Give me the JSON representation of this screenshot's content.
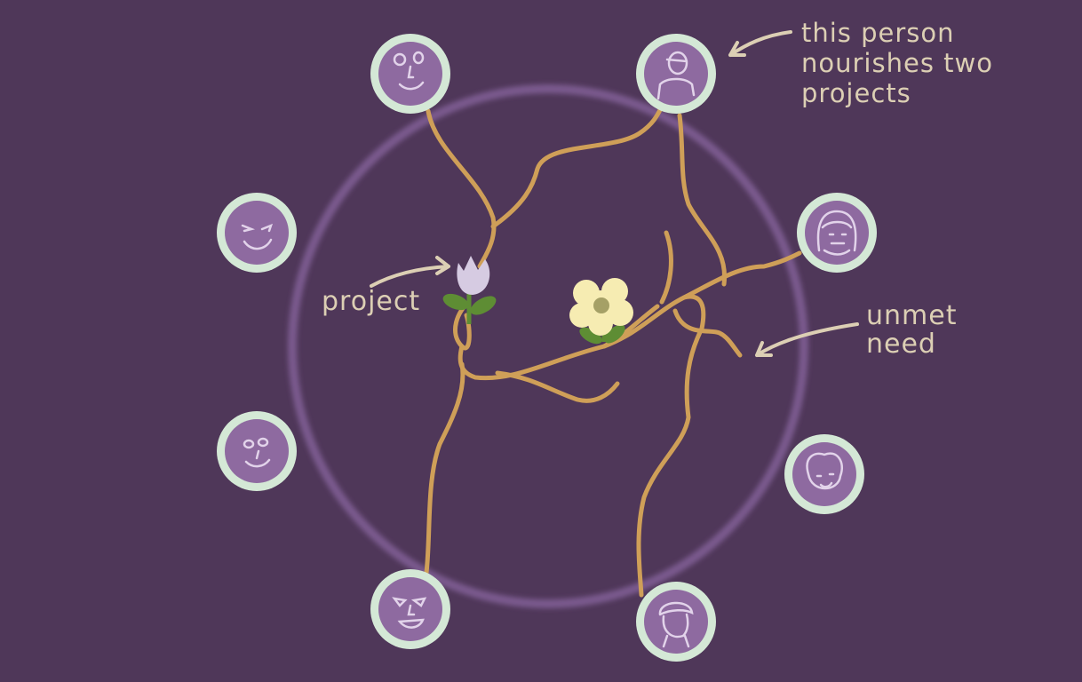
{
  "annotations": {
    "person_note": "this person nourishes two projects",
    "project_note": "project",
    "unmet_need_note": "unmet need"
  },
  "colors": {
    "background": "#4f3759",
    "ring": "#7a5a8e",
    "person_border": "#d4e8d6",
    "person_fill": "#8e6aa0",
    "roots": "#cf9f58",
    "tulip": "#d6cbe2",
    "flower": "#f6ecb2",
    "leaf": "#5e8d34",
    "text": "#dccfb4"
  },
  "people": [
    "person-1",
    "person-2",
    "person-3",
    "person-4",
    "person-5",
    "person-6",
    "person-7",
    "person-8"
  ]
}
